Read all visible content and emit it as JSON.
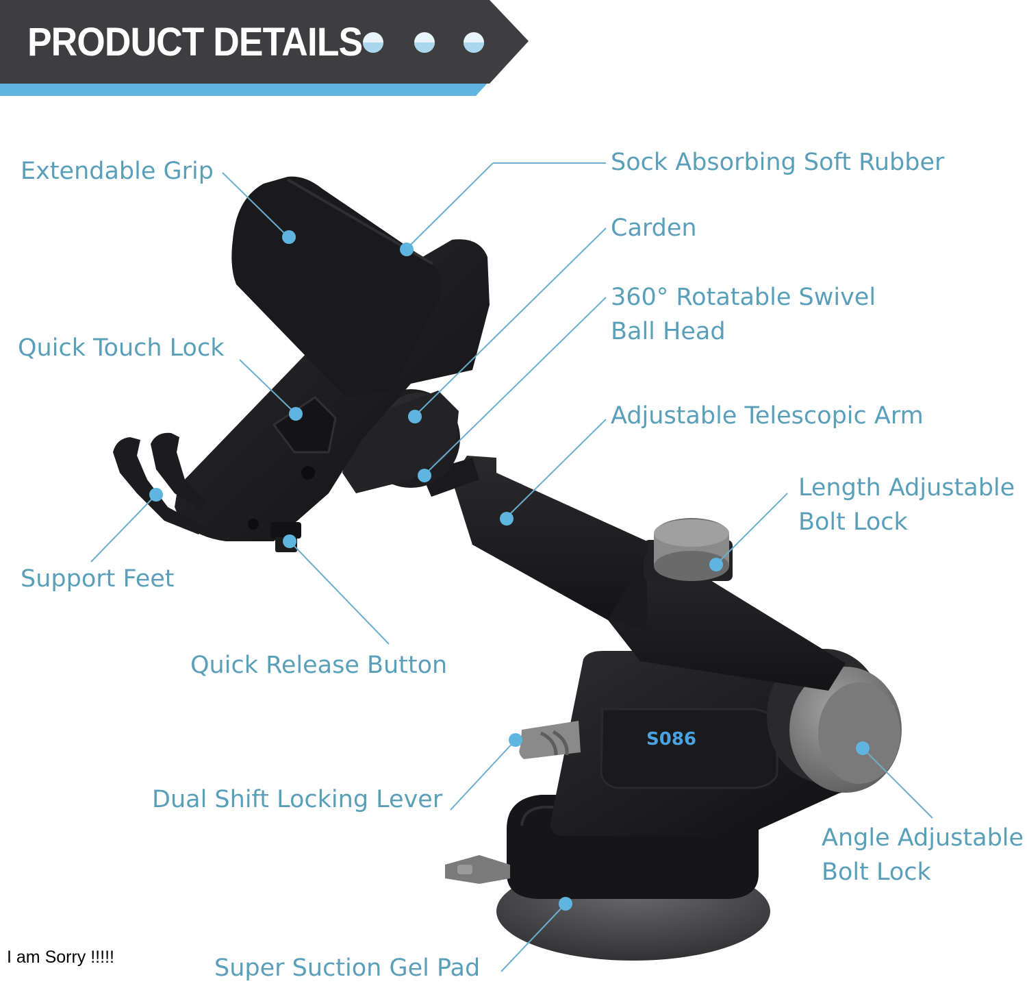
{
  "banner": {
    "title": "PRODUCT DETAILS",
    "dot_count": 3,
    "bg_color": "#3e3e40",
    "accent_color": "#5fb4e0"
  },
  "features": {
    "extendable_grip": [
      "Extendable Grip"
    ],
    "sock_absorbing_soft_rubber": [
      "Sock Absorbing Soft Rubber"
    ],
    "carden": [
      "Carden"
    ],
    "swivel_ball_head": [
      "360° Rotatable Swivel",
      "Ball Head"
    ],
    "quick_touch_lock": [
      "Quick Touch Lock"
    ],
    "adjustable_telescopic_arm": [
      "Adjustable Telescopic Arm"
    ],
    "length_adjustable_bolt_lock": [
      "Length Adjustable",
      "Bolt Lock"
    ],
    "support_feet": [
      "Support Feet"
    ],
    "quick_release_button": [
      "Quick Release Button"
    ],
    "dual_shift_locking_lever": [
      "Dual Shift Locking Lever"
    ],
    "angle_adjustable_bolt_lock": [
      "Angle Adjustable",
      "Bolt Lock"
    ],
    "super_suction_gel_pad": [
      "Super Suction Gel Pad"
    ]
  },
  "product": {
    "model": "S086",
    "body_color": "#1c1c1e",
    "knob_color": "#808080"
  },
  "label_color": "#5a9fba",
  "leader_color": "#6aaed0",
  "caption": "I am Sorry !!!!!"
}
